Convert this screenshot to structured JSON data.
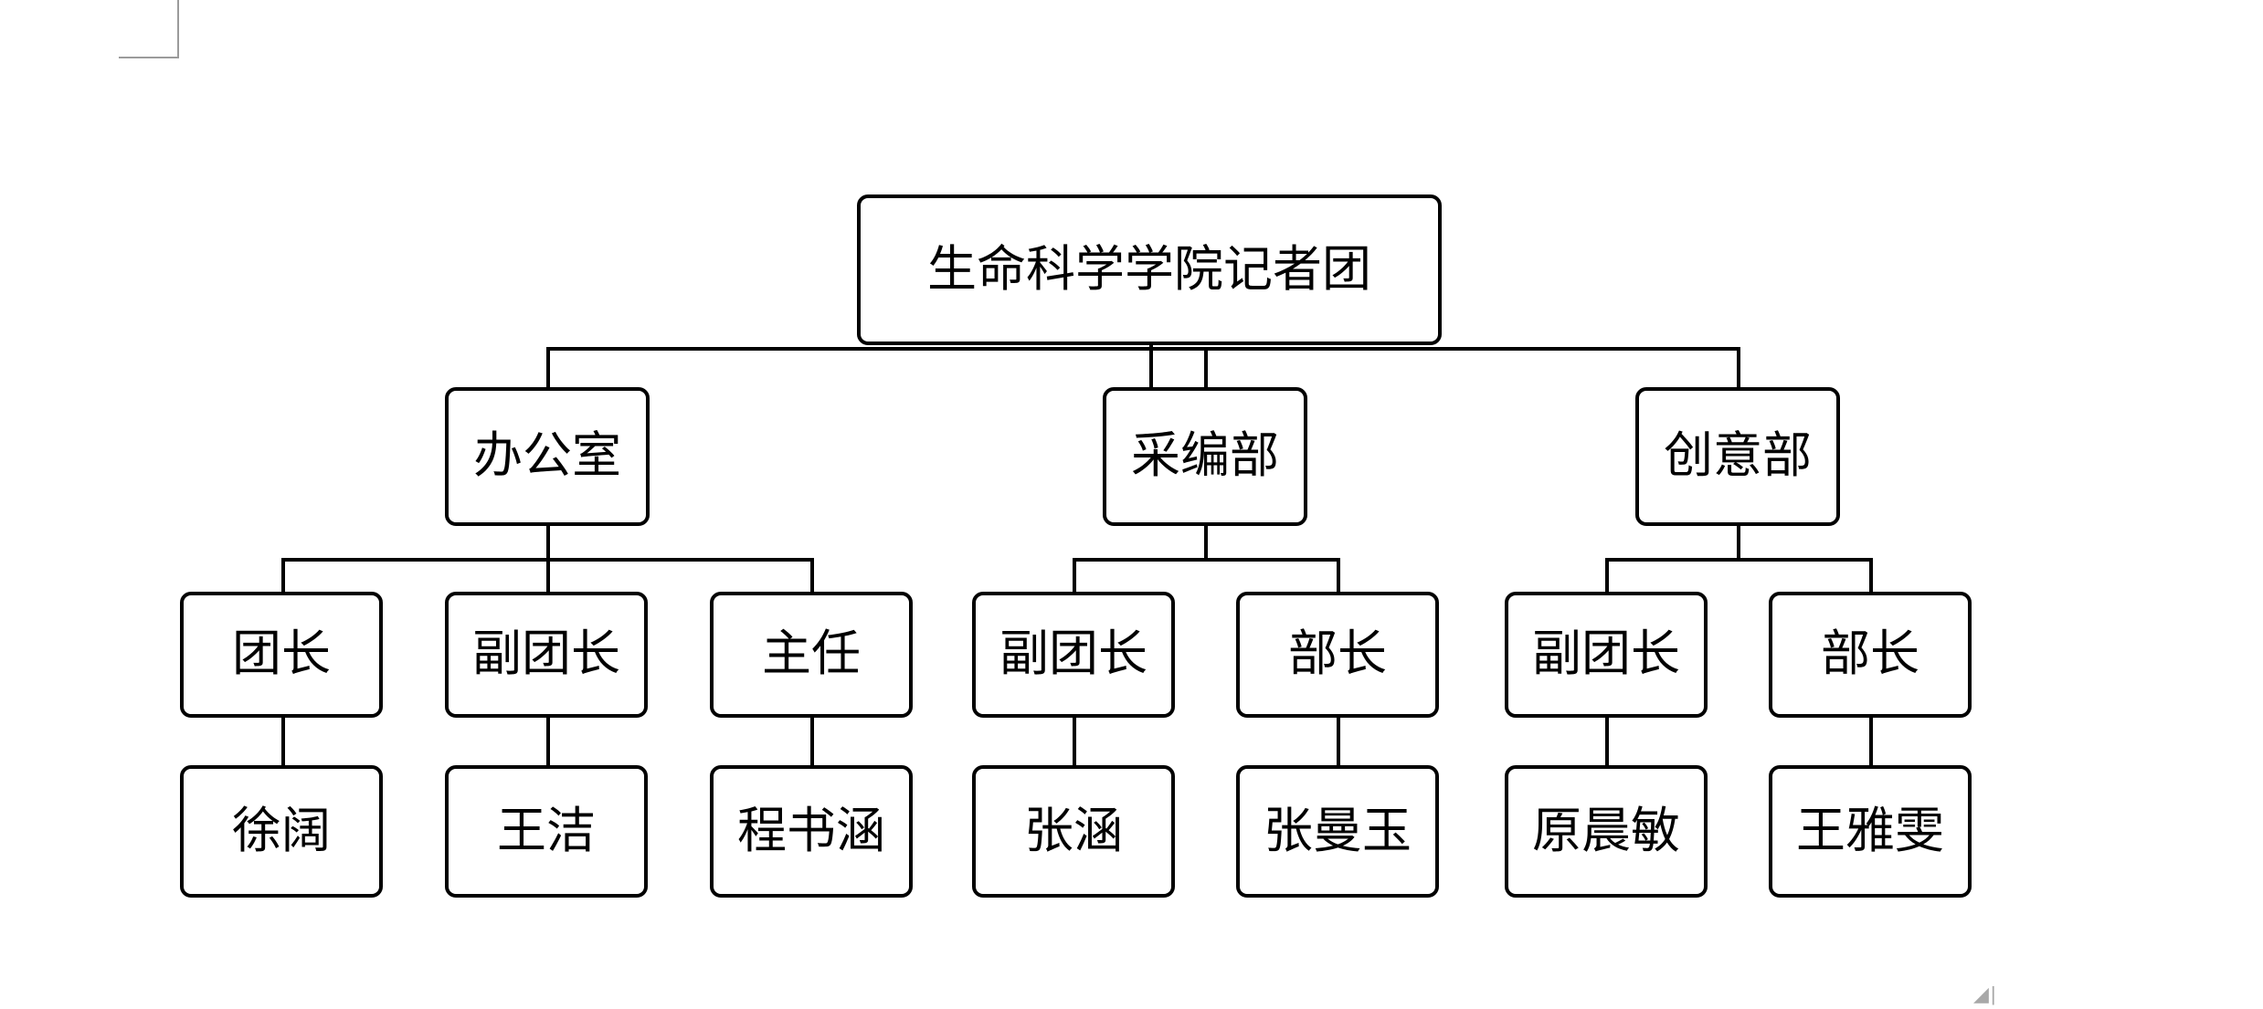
{
  "document": {
    "type": "organization-chart",
    "background_color": "#ffffff",
    "line_color": "#000000",
    "text_color": "#000000",
    "margin_guide_color": "#9b9b9b"
  },
  "chart_data": {
    "type": "diagram",
    "title": "生命科学学院记者团",
    "orientation": "top-down",
    "levels": 4,
    "nodes": [
      {
        "id": "root",
        "label": "生命科学学院记者团",
        "level": 1,
        "parent": null
      },
      {
        "id": "d1",
        "label": "办公室",
        "level": 2,
        "parent": "root"
      },
      {
        "id": "d2",
        "label": "采编部",
        "level": 2,
        "parent": "root"
      },
      {
        "id": "d3",
        "label": "创意部",
        "level": 2,
        "parent": "root"
      },
      {
        "id": "r1",
        "label": "团长",
        "level": 3,
        "parent": "d1"
      },
      {
        "id": "r2",
        "label": "副团长",
        "level": 3,
        "parent": "d1"
      },
      {
        "id": "r3",
        "label": "主任",
        "level": 3,
        "parent": "d1"
      },
      {
        "id": "r4",
        "label": "副团长",
        "level": 3,
        "parent": "d2"
      },
      {
        "id": "r5",
        "label": "部长",
        "level": 3,
        "parent": "d2"
      },
      {
        "id": "r6",
        "label": "副团长",
        "level": 3,
        "parent": "d3"
      },
      {
        "id": "r7",
        "label": "部长",
        "level": 3,
        "parent": "d3"
      },
      {
        "id": "n1",
        "label": "徐阔",
        "level": 4,
        "parent": "r1"
      },
      {
        "id": "n2",
        "label": "王洁",
        "level": 4,
        "parent": "r2"
      },
      {
        "id": "n3",
        "label": "程书涵",
        "level": 4,
        "parent": "r3"
      },
      {
        "id": "n4",
        "label": "张涵",
        "level": 4,
        "parent": "r4"
      },
      {
        "id": "n5",
        "label": "张曼玉",
        "level": 4,
        "parent": "r5"
      },
      {
        "id": "n6",
        "label": "原晨敏",
        "level": 4,
        "parent": "r6"
      },
      {
        "id": "n7",
        "label": "王雅雯",
        "level": 4,
        "parent": "r7"
      }
    ]
  },
  "root": {
    "label": "生命科学学院记者团"
  },
  "departments": [
    {
      "label": "办公室"
    },
    {
      "label": "采编部"
    },
    {
      "label": "创意部"
    }
  ],
  "roles": {
    "office": [
      {
        "label": "团长"
      },
      {
        "label": "副团长"
      },
      {
        "label": "主任"
      }
    ],
    "editorial": [
      {
        "label": "副团长"
      },
      {
        "label": "部长"
      }
    ],
    "creative": [
      {
        "label": "副团长"
      },
      {
        "label": "部长"
      }
    ]
  },
  "members": {
    "office": [
      {
        "label": "徐阔"
      },
      {
        "label": "王洁"
      },
      {
        "label": "程书涵"
      }
    ],
    "editorial": [
      {
        "label": "张涵"
      },
      {
        "label": "张曼玉"
      }
    ],
    "creative": [
      {
        "label": "原晨敏"
      },
      {
        "label": "王雅雯"
      }
    ]
  },
  "artifacts": {
    "bottom_right_mark": "◢|"
  }
}
